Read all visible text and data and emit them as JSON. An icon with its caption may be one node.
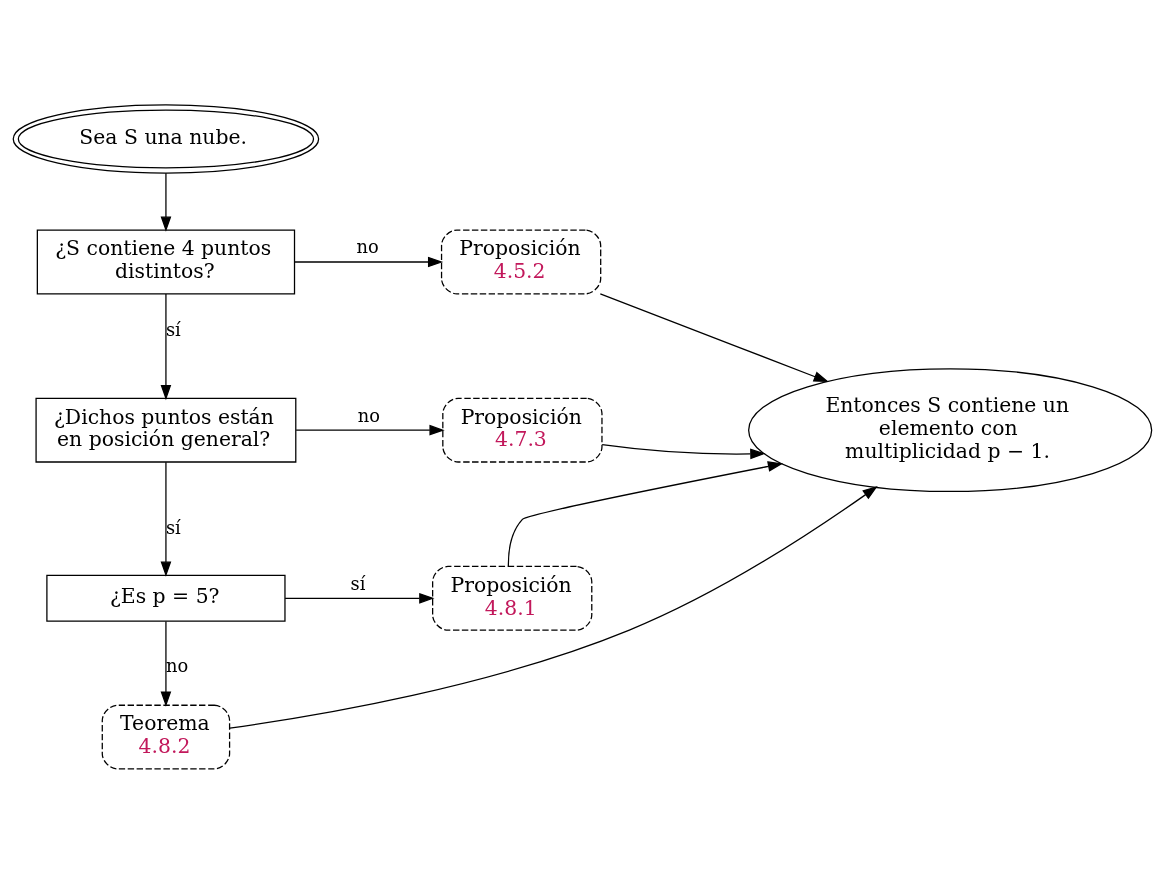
{
  "diagram": {
    "nodes": [
      {
        "text": [
          "Sea S una nube."
        ]
      },
      {
        "text": [
          "¿S contiene 4 puntos distintos?"
        ]
      },
      {
        "text": [
          "Proposición",
          "4.5.2"
        ]
      },
      {
        "text": [
          "¿Dichos puntos están en posición general?"
        ]
      },
      {
        "text": [
          "Proposición",
          "4.7.3"
        ]
      },
      {
        "text": [
          "Entonces S contiene un elemento con multiplicidad p − 1."
        ]
      },
      {
        "text": [
          "¿Es p = 5?"
        ]
      },
      {
        "text": [
          "Proposición",
          "4.8.1"
        ]
      },
      {
        "text": [
          "Teorema",
          "4.8.2"
        ]
      }
    ],
    "edges": [
      {
        "from": 0,
        "to": 1,
        "arrow": "to"
      },
      {
        "from": 1,
        "to": 2,
        "arrow": "to",
        "label": "no"
      },
      {
        "from": 1,
        "to": 3,
        "arrow": "to",
        "label": "sí"
      },
      {
        "from": 3,
        "to": 4,
        "arrow": "to",
        "label": "no"
      },
      {
        "from": 3,
        "to": 6,
        "arrow": "to",
        "label": "sí"
      },
      {
        "from": 6,
        "to": 7,
        "arrow": "to",
        "label": "sí"
      },
      {
        "from": 6,
        "to": 8,
        "arrow": "to",
        "label": "no"
      },
      {
        "from": 2,
        "to": 5,
        "arrow": "to"
      },
      {
        "from": 4,
        "to": 5,
        "arrow": "to"
      },
      {
        "from": 7,
        "to": 5,
        "arrow": "to"
      },
      {
        "from": 8,
        "to": 5,
        "arrow": "to"
      }
    ]
  }
}
